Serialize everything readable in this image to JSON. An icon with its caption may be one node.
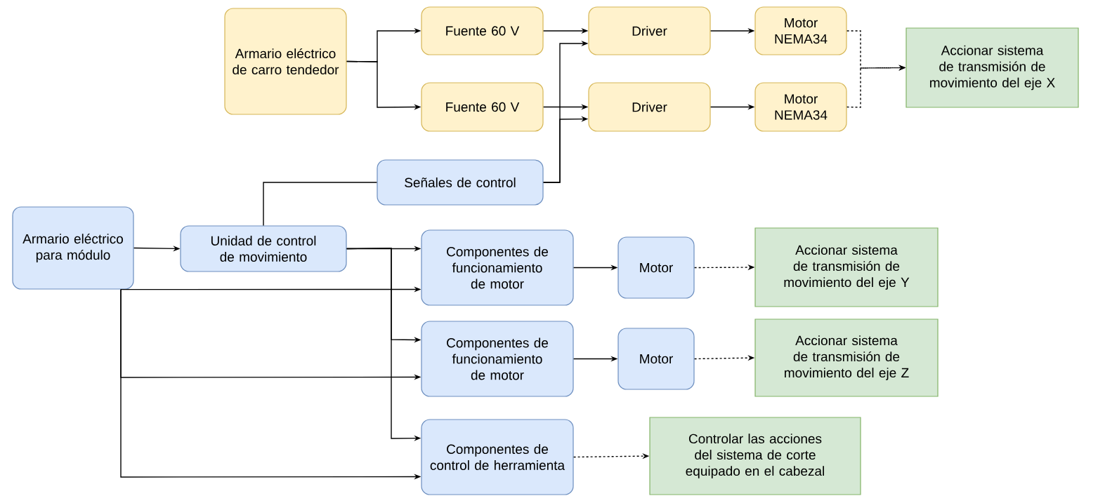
{
  "diagram": {
    "nodes": [
      {
        "text": [
          "Armario eléctrico de carro tendedor"
        ]
      },
      {
        "text": [
          "Fuente 60 V"
        ]
      },
      {
        "text": [
          "Fuente 60 V"
        ]
      },
      {
        "text": [
          "Driver"
        ]
      },
      {
        "text": [
          "Driver"
        ]
      },
      {
        "text": [
          "Motor NEMA34"
        ]
      },
      {
        "text": [
          "Motor NEMA34"
        ]
      },
      {
        "text": [
          "Accionar sistema de transmisión de movimiento del eje X"
        ]
      },
      {
        "text": [
          "Señales de control"
        ]
      },
      {
        "text": [
          "Armario eléctrico para módulo"
        ]
      },
      {
        "text": [
          "Unidad de control de movimiento"
        ]
      },
      {
        "text": [
          "Componentes de funcionamiento de motor"
        ]
      },
      {
        "text": [
          "Motor"
        ]
      },
      {
        "text": [
          "Accionar sistema de transmisión de movimiento del eje Y"
        ]
      },
      {
        "text": [
          "Componentes de funcionamiento de motor"
        ]
      },
      {
        "text": [
          "Motor"
        ]
      },
      {
        "text": [
          "Accionar sistema de transmisión de movimiento del eje Z"
        ]
      },
      {
        "text": [
          "Componentes de control de herramienta"
        ]
      },
      {
        "text": [
          "Controlar las acciones del sistema de corte equipado en el cabezal"
        ]
      }
    ],
    "edges": [
      {
        "from": 0,
        "to": 1,
        "arrow": "to"
      },
      {
        "from": 0,
        "to": 2,
        "arrow": "to"
      },
      {
        "from": 1,
        "to": 3,
        "arrow": "to"
      },
      {
        "from": 2,
        "to": 4,
        "arrow": "to"
      },
      {
        "from": 8,
        "to": 3,
        "arrow": "to"
      },
      {
        "from": 8,
        "to": 4,
        "arrow": "to"
      },
      {
        "from": 3,
        "to": 5,
        "arrow": "to"
      },
      {
        "from": 4,
        "to": 6,
        "arrow": "to"
      },
      {
        "from": 5,
        "to": 7,
        "arrow": "to",
        "style": "dashed"
      },
      {
        "from": 6,
        "to": 7,
        "arrow": "to",
        "style": "dashed"
      },
      {
        "from": 9,
        "to": 10,
        "arrow": "to"
      },
      {
        "from": 10,
        "to": 8,
        "arrow": "none"
      },
      {
        "from": 10,
        "to": 11,
        "arrow": "to"
      },
      {
        "from": 10,
        "to": 14,
        "arrow": "to"
      },
      {
        "from": 10,
        "to": 17,
        "arrow": "to"
      },
      {
        "from": 9,
        "to": 11,
        "arrow": "to"
      },
      {
        "from": 9,
        "to": 14,
        "arrow": "to"
      },
      {
        "from": 9,
        "to": 17,
        "arrow": "to"
      },
      {
        "from": 11,
        "to": 12,
        "arrow": "to"
      },
      {
        "from": 12,
        "to": 13,
        "arrow": "to",
        "style": "dashed"
      },
      {
        "from": 14,
        "to": 15,
        "arrow": "to"
      },
      {
        "from": 15,
        "to": 16,
        "arrow": "to",
        "style": "dashed"
      },
      {
        "from": 17,
        "to": 18,
        "arrow": "to",
        "style": "dashed"
      }
    ]
  }
}
